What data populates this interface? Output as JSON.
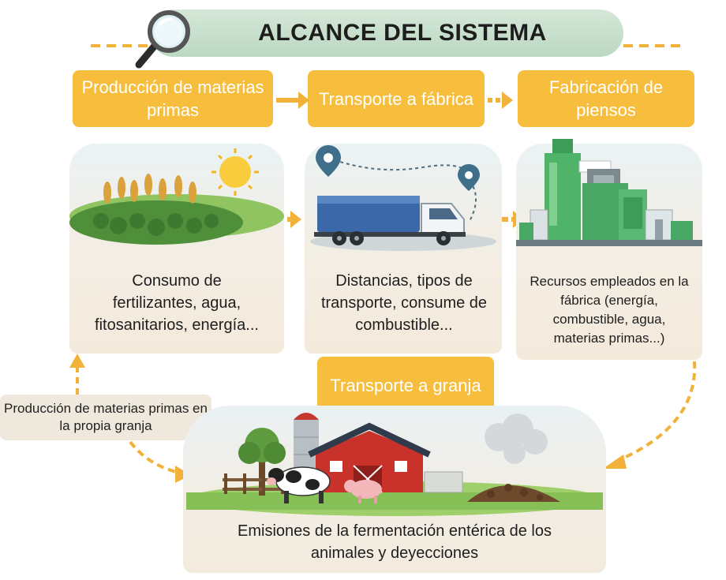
{
  "title": "ALCANCE DEL SISTEMA",
  "stages": {
    "raw_materials": "Producción de materias primas",
    "transport_factory": "Transporte a fábrica",
    "feed_manufacturing": "Fabricación de piensos",
    "transport_farm": "Transporte a granja"
  },
  "descriptions": {
    "raw_materials": "Consumo de fertilizantes, agua, fitosanitarios, energía...",
    "transport_factory": "Distancias, tipos de transporte, consume de combustible...",
    "feed_manufacturing": "Recursos empleados en la fábrica (energía, combustible, agua, materias primas...)",
    "farm": "Emisiones de la fermentación entérica de los animales y deyecciones"
  },
  "side_label": "Producción de materias primas en la propia granja",
  "colors": {
    "stage_fill": "#f6be3c",
    "arrow": "#f2b23a",
    "title_banner": "#c9e0cd",
    "card_bottom": "#f4eadc"
  },
  "icons": [
    "magnifier-icon",
    "sun-icon",
    "crop-field-icon",
    "truck-icon",
    "location-pin-icon",
    "factory-icon",
    "barn-icon",
    "silo-icon",
    "cow-icon",
    "pig-icon",
    "manure-icon",
    "tree-icon"
  ]
}
